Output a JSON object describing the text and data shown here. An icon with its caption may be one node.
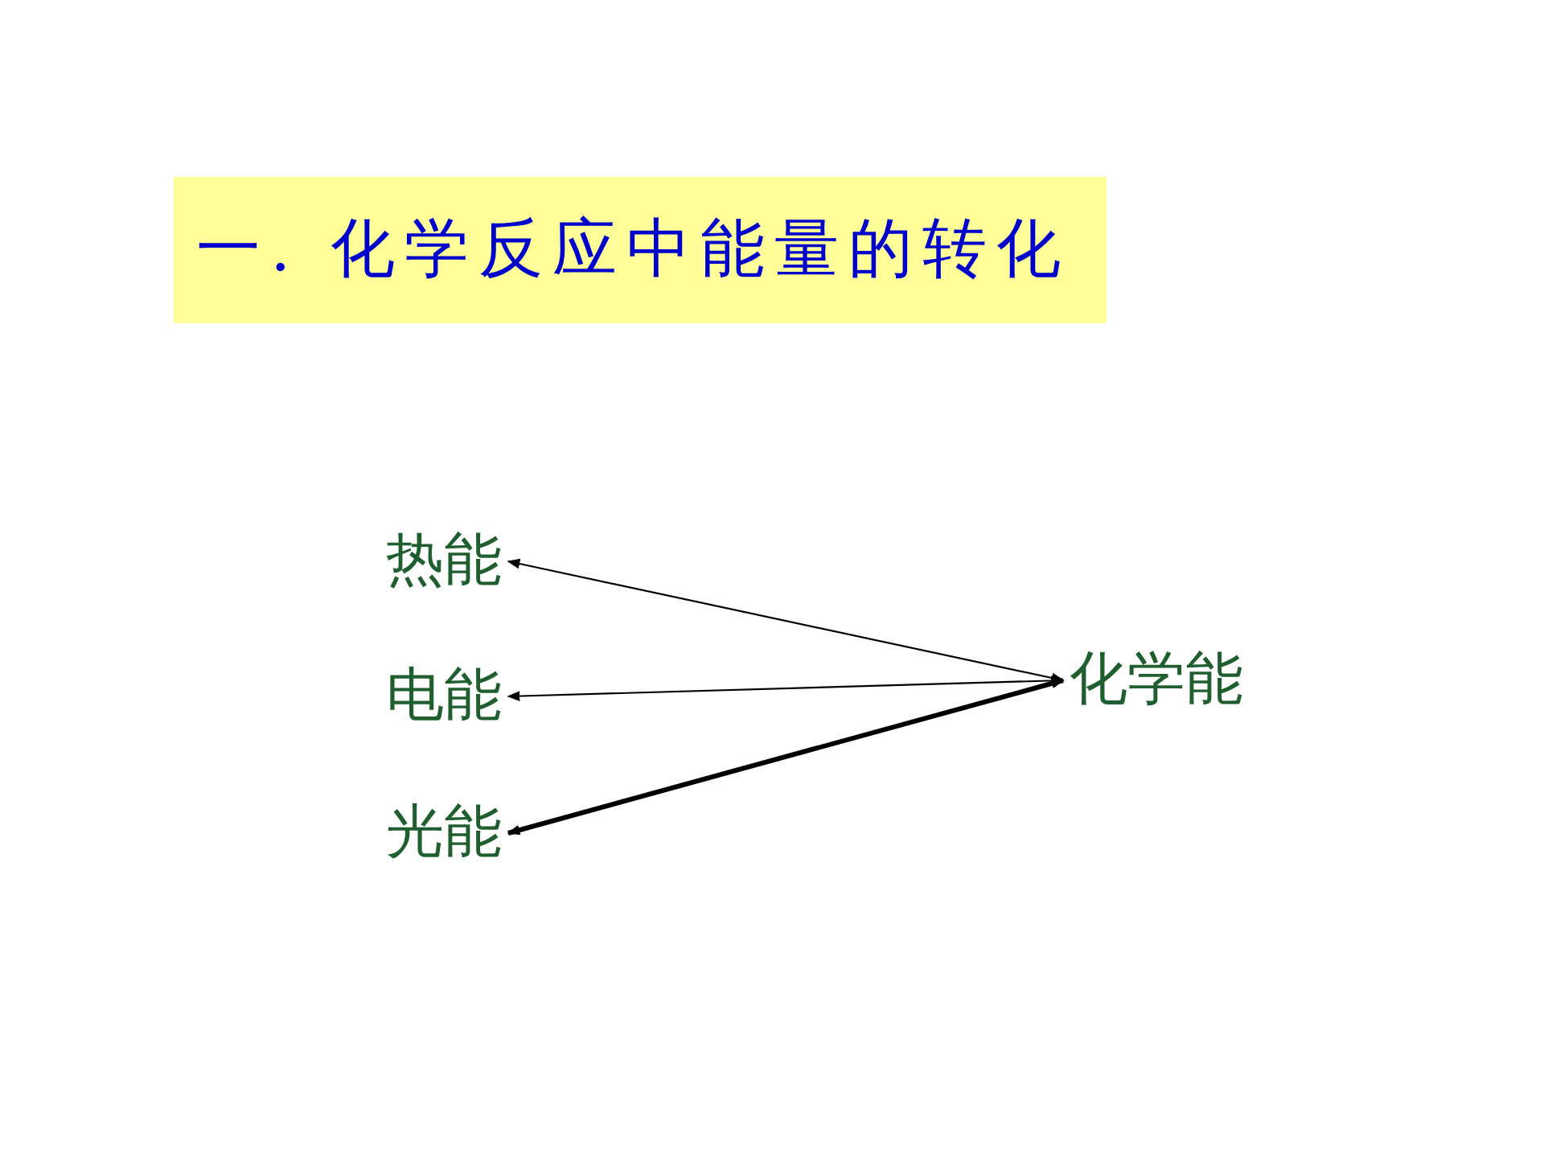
{
  "diagram": {
    "title": "一. 化学反应中能量的转化",
    "nodes": [
      {
        "text": [
          "热能"
        ]
      },
      {
        "text": [
          "电能"
        ]
      },
      {
        "text": [
          "光能"
        ]
      },
      {
        "text": [
          "化学能"
        ]
      }
    ],
    "edges": [
      {
        "from": 0,
        "to": 3,
        "arrow": "both"
      },
      {
        "from": 1,
        "to": 3,
        "arrow": "both"
      },
      {
        "from": 2,
        "to": 3,
        "arrow": "both",
        "style": "thick"
      }
    ]
  }
}
